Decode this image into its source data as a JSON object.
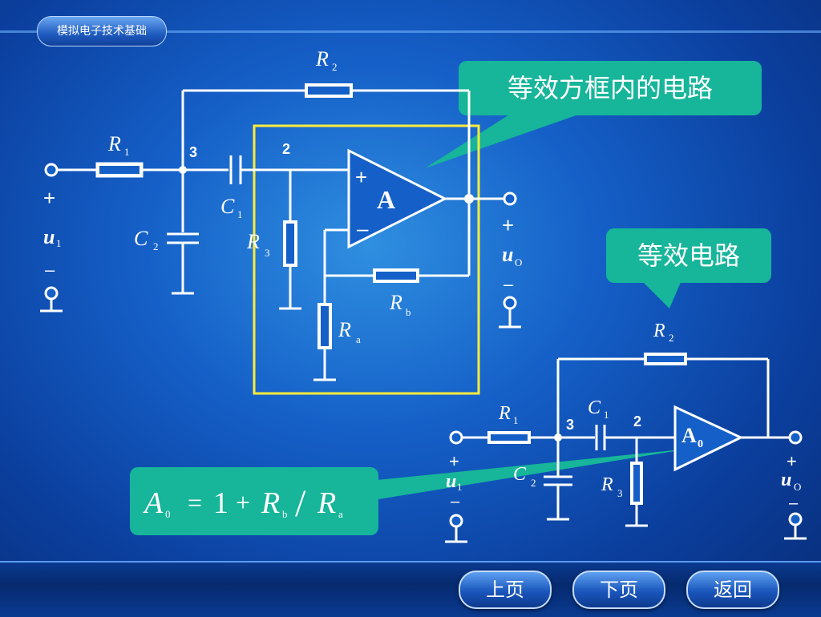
{
  "header": {
    "title": "模拟电子技术基础"
  },
  "callouts": {
    "box_label": "等效方框内的电路",
    "equiv_label": "等效电路"
  },
  "formula": {
    "lhs": "A",
    "lhs_sub": "0",
    "equals": "=",
    "one": "1",
    "plus": "+",
    "rb": "R",
    "rb_sub": "b",
    "slash": "/",
    "ra": "R",
    "ra_sub": "a"
  },
  "circuit1": {
    "R1": "R",
    "R1_sub": "1",
    "R2": "R",
    "R2_sub": "2",
    "R3": "R",
    "R3_sub": "3",
    "C1": "C",
    "C1_sub": "1",
    "C2": "C",
    "C2_sub": "2",
    "Ra": "R",
    "Ra_sub": "a",
    "Rb": "R",
    "Rb_sub": "b",
    "node3": "3",
    "node2": "2",
    "amp": "A",
    "plus_in": "+",
    "minus_in": "–",
    "u_in": "u",
    "u_in_sub": "1",
    "u_out": "u",
    "u_out_sub": "O",
    "term_plus": "+",
    "term_minus": "–"
  },
  "circuit2": {
    "R1": "R",
    "R1_sub": "1",
    "R2": "R",
    "R2_sub": "2",
    "R3": "R",
    "R3_sub": "3",
    "C1": "C",
    "C1_sub": "1",
    "C2": "C",
    "C2_sub": "2",
    "node3": "3",
    "node2": "2",
    "amp": "A",
    "amp_sub": "0",
    "u_in": "u",
    "u_in_sub": "1",
    "u_out": "u",
    "u_out_sub": "O",
    "term_plus": "+",
    "term_minus": "–"
  },
  "nav": {
    "prev": "上页",
    "next": "下页",
    "back": "返回"
  }
}
